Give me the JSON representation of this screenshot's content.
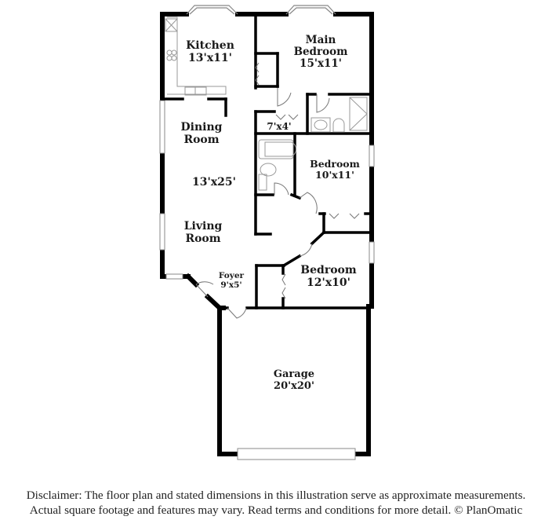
{
  "floor_plan": {
    "rooms": [
      {
        "id": "kitchen",
        "name": "Kitchen",
        "dimensions": "13'x11'"
      },
      {
        "id": "main-bedroom",
        "name_line1": "Main",
        "name_line2": "Bedroom",
        "dimensions": "15'x11'"
      },
      {
        "id": "closet",
        "dimensions": "7'x4'"
      },
      {
        "id": "dining-room",
        "name_line1": "Dining",
        "name_line2": "Room"
      },
      {
        "id": "living-dining",
        "dimensions": "13'x25'"
      },
      {
        "id": "living-room",
        "name_line1": "Living",
        "name_line2": "Room"
      },
      {
        "id": "bedroom-2",
        "name": "Bedroom",
        "dimensions": "10'x11'"
      },
      {
        "id": "bedroom-3",
        "name": "Bedroom",
        "dimensions": "12'x10'"
      },
      {
        "id": "foyer",
        "name": "Foyer",
        "dimensions": "9'x5'"
      },
      {
        "id": "garage",
        "name": "Garage",
        "dimensions": "20'x20'"
      }
    ],
    "colors": {
      "wall": "#000000",
      "fixture": "#999999",
      "background": "#ffffff"
    }
  },
  "disclaimer": {
    "line1": "Disclaimer: The floor plan and stated dimensions in this illustration serve as approximate measurements.",
    "line2": "Actual square footage and features may vary. Read terms and conditions for more detail. © PlanOmatic"
  }
}
